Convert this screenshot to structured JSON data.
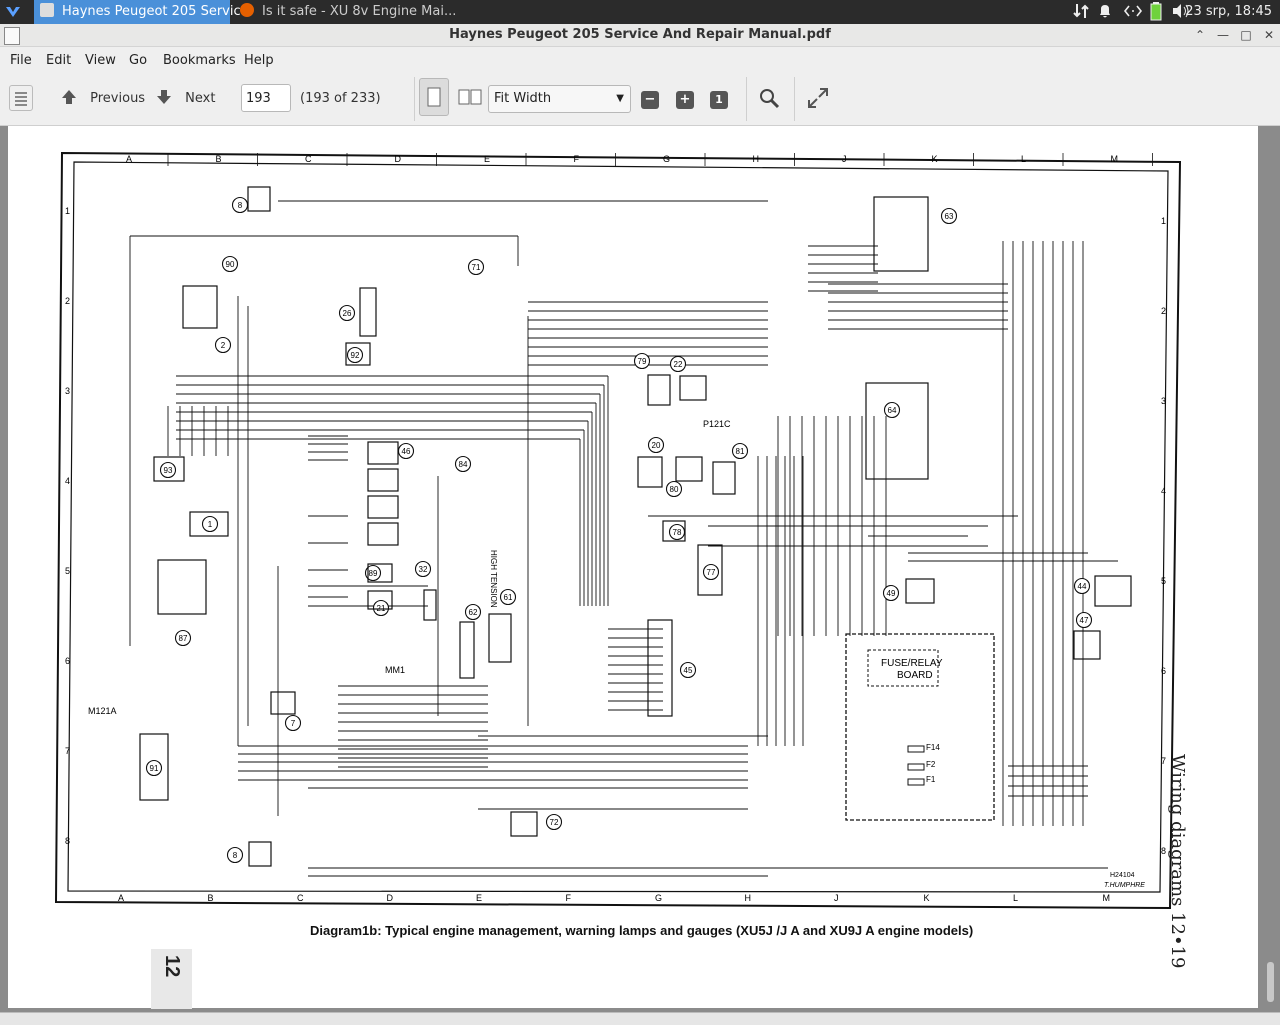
{
  "taskbar": {
    "tasks": [
      {
        "label": "Haynes Peugeot 205 Servic...",
        "active": true
      },
      {
        "label": "Is it safe - XU 8v Engine Mai...",
        "active": false
      }
    ],
    "clock": "23 srp, 18:45"
  },
  "window": {
    "title": "Haynes Peugeot 205 Service And Repair Manual.pdf"
  },
  "menu": [
    "File",
    "Edit",
    "View",
    "Go",
    "Bookmarks",
    "Help"
  ],
  "toolbar": {
    "previous_label": "Previous",
    "next_label": "Next",
    "page_value": "193",
    "page_count": "(193 of 233)",
    "zoom_value": "Fit Width"
  },
  "diagram": {
    "caption": "Diagram1b:  Typical engine management, warning lamps and gauges (XU5J /J A and XU9J A engine models)",
    "side_title": "Wiring diagrams  12•19",
    "chapter_tab": "12",
    "grid_columns": [
      "A",
      "B",
      "C",
      "D",
      "E",
      "F",
      "G",
      "H",
      "J",
      "K",
      "L",
      "M"
    ],
    "grid_rows": [
      "1",
      "2",
      "3",
      "4",
      "5",
      "6",
      "7",
      "8"
    ],
    "fuse_board_label_1": "FUSE/RELAY",
    "fuse_board_label_2": "BOARD",
    "fuse_labels": [
      "F14",
      "F2",
      "F1"
    ],
    "connector_labels": [
      "M121A",
      "MM1",
      "P121C"
    ],
    "vertical_label": "HIGH TENSION",
    "drawing_ref": "H24104",
    "artist": "T.HUMPHRE",
    "components": [
      "8",
      "90",
      "2",
      "93",
      "1",
      "87",
      "71",
      "26",
      "92",
      "46",
      "84",
      "32",
      "62",
      "61",
      "21",
      "89",
      "7",
      "91",
      "72",
      "8",
      "79",
      "22",
      "20",
      "80",
      "81",
      "78",
      "77",
      "45",
      "63",
      "64",
      "49",
      "44",
      "47"
    ]
  }
}
